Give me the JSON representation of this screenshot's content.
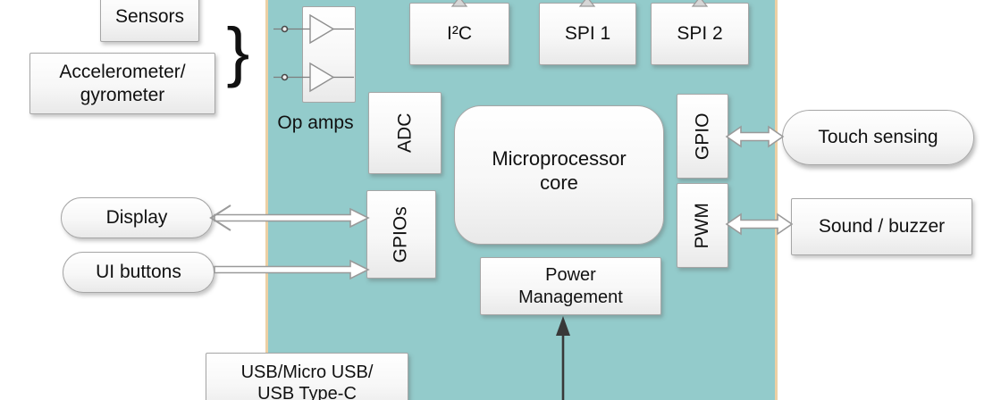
{
  "colors": {
    "soc_fill": "#93cbcb",
    "soc_border": "#ecd0a4",
    "box_border": "#a6a6a6",
    "arrow_fill": "#ffffff",
    "arrow_stroke": "#9a9a9a",
    "power_arrow": "#383838",
    "text": "#111111"
  },
  "soc": {
    "op_amps_label": "Op amps",
    "i2c": "I²C",
    "spi1": "SPI 1",
    "spi2": "SPI 2",
    "adc": "ADC",
    "mcu_line1": "Microprocessor",
    "mcu_line2": "core",
    "gpios": "GPIOs",
    "gpio": "GPIO",
    "pwm": "PWM",
    "power_line1": "Power",
    "power_line2": "Management"
  },
  "peripherals": {
    "sensors": "Sensors",
    "accel_line1": "Accelerometer/",
    "accel_line2": "gyrometer",
    "display": "Display",
    "ui_buttons": "UI buttons",
    "touch": "Touch sensing",
    "sound": "Sound / buzzer",
    "usb_line1": "USB/Micro USB/",
    "usb_line2": "USB Type-C"
  },
  "brace_glyph": "}"
}
